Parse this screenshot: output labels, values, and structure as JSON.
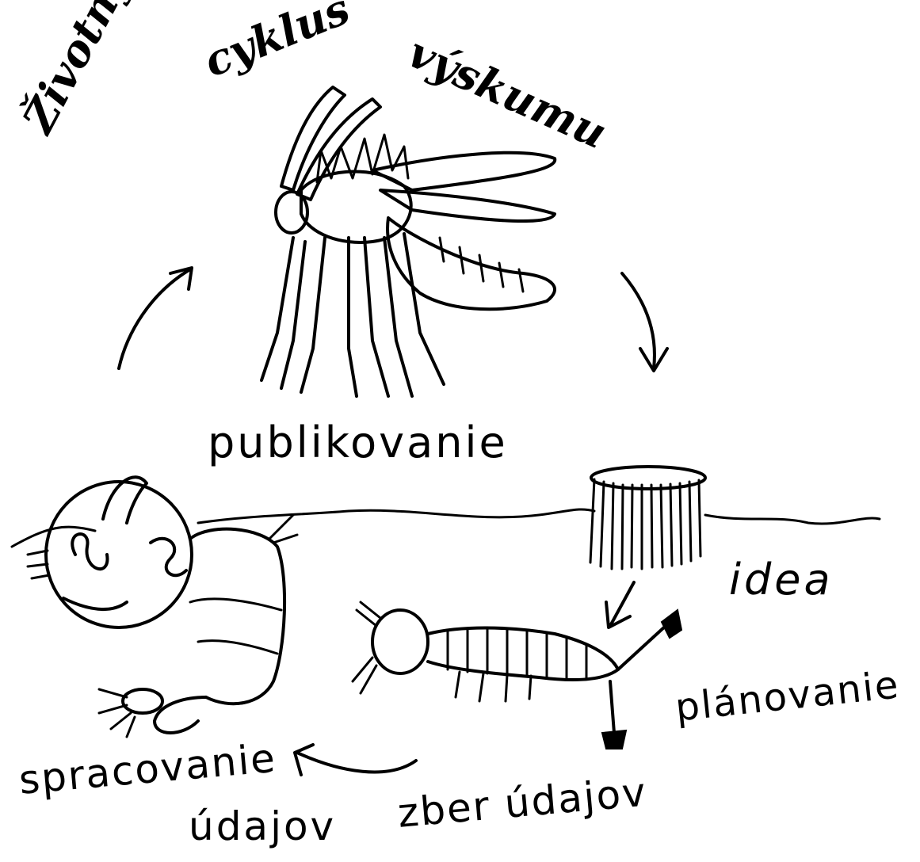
{
  "title": {
    "word1": "Životný",
    "word2": "cyklus",
    "word3": "výskumu"
  },
  "stages": {
    "publikovanie": "publikovanie",
    "idea": "idea",
    "planovanie": "plánovanie",
    "zber": "zber údajov",
    "spracovanie_line1": "spracovanie",
    "spracovanie_line2": "údajov"
  },
  "colors": {
    "ink": "#000000",
    "paper": "#ffffff"
  }
}
